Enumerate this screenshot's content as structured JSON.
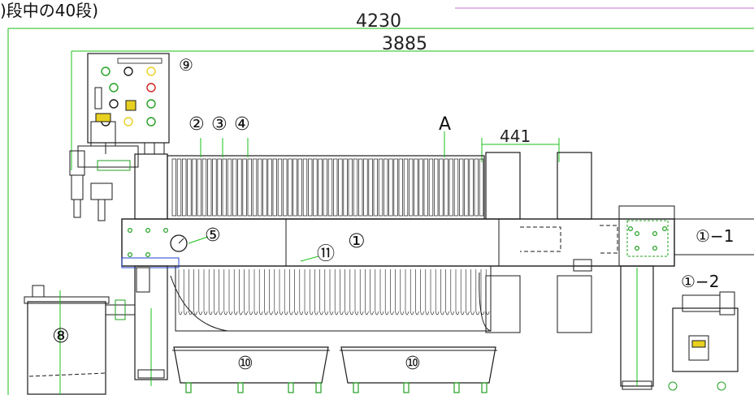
{
  "header_fragment": ")段中の40段)",
  "dimensions": {
    "overall_length": "4230",
    "frame_length": "3885",
    "plate_section": "441"
  },
  "callouts": {
    "c1": "①",
    "c1_1": "①−1",
    "c1_2": "①−2",
    "c2": "②",
    "c3": "③",
    "c4": "④",
    "c5": "⑤",
    "c8": "⑧",
    "c9": "⑨",
    "c10a": "⑩",
    "c10b": "⑩",
    "c11": "⑪",
    "cA": "A"
  },
  "colors": {
    "line": "#1a1a1a",
    "dimension": "#18c018",
    "accent_blue": "#2040d0",
    "accent_green": "#20a020",
    "accent_yellow": "#e8d020",
    "accent_red": "#d02020",
    "highlight": "#d8a0e0"
  }
}
